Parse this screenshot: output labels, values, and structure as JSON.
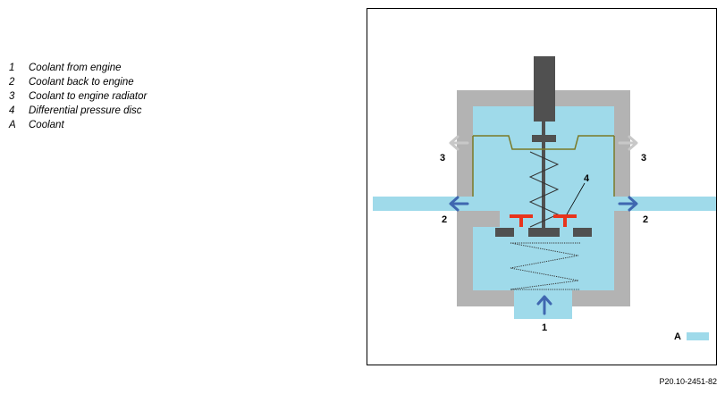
{
  "legend": {
    "items": [
      {
        "key": "1",
        "label": "Coolant from engine"
      },
      {
        "key": "2",
        "label": "Coolant back to engine"
      },
      {
        "key": "3",
        "label": "Coolant to engine radiator"
      },
      {
        "key": "4",
        "label": "Differential pressure disc"
      },
      {
        "key": "A",
        "label": "Coolant"
      }
    ]
  },
  "diagram": {
    "callouts": {
      "inlet": "1",
      "return_left": "2",
      "return_right": "2",
      "radiator_left": "3",
      "radiator_right": "3",
      "pressure_disc": "4",
      "coolant_key": "A"
    },
    "colors": {
      "coolant": "#9fdaea",
      "housing": "#b3b3b3",
      "rod_dark": "#505050",
      "pressure_disc": "#e8341c",
      "flow_arrow": "#3f67b0",
      "radiator_arrow": "#c8c8c8",
      "seal_line": "#7a7a28"
    },
    "icons": {
      "inlet_arrow": "arrow-up-icon",
      "return_arrows": "arrow-left-right-icon",
      "radiator_arrows": "arrow-left-right-icon"
    }
  },
  "figure_code": "P20.10-2451-82"
}
